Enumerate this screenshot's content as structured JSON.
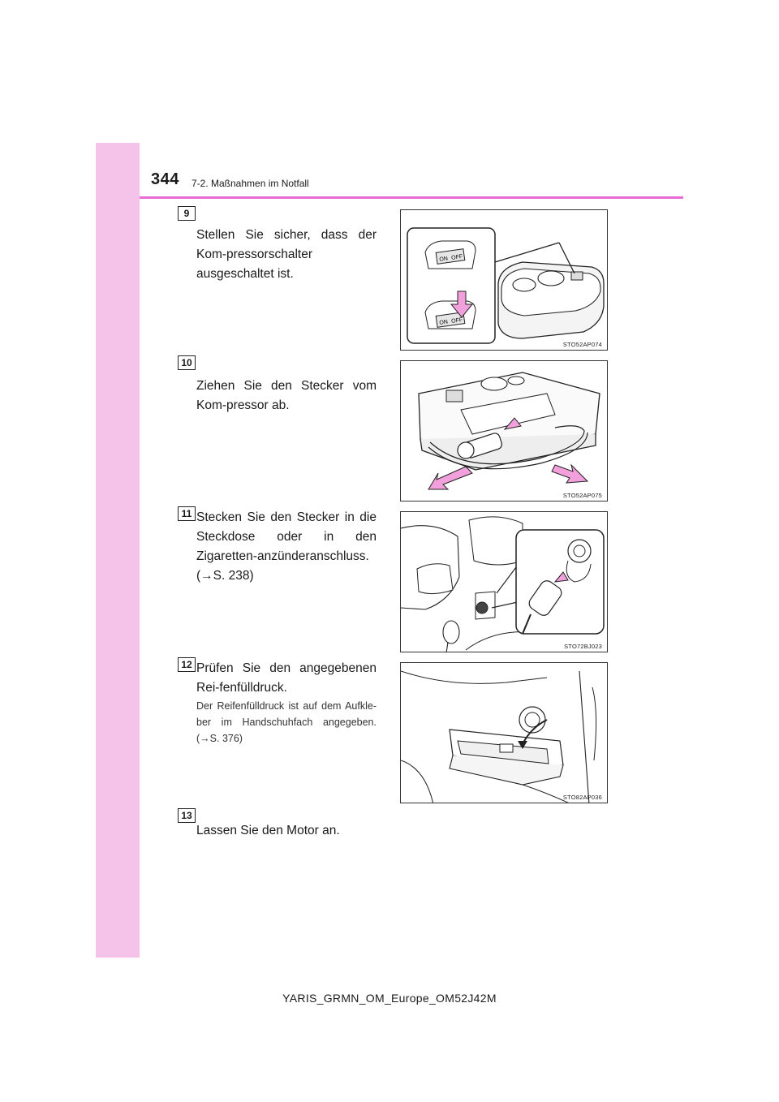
{
  "header": {
    "page_number": "344",
    "section_title": "7-2. Maßnahmen im Notfall"
  },
  "steps": [
    {
      "number": "9",
      "text": "Stellen Sie sicher, dass der Kom-pressorschalter ausgeschaltet ist.",
      "figure_code": "STO52AP074",
      "figure_labels": [
        "ON",
        "OFF",
        "ON",
        "OFF"
      ]
    },
    {
      "number": "10",
      "text": "Ziehen Sie den Stecker vom Kom-pressor ab.",
      "figure_code": "STO52AP075"
    },
    {
      "number": "11",
      "text": "Stecken Sie den Stecker in die Steckdose oder in den Zigaretten-anzünderanschluss. (→S. 238)",
      "figure_code": "STO72BJ023"
    },
    {
      "number": "12",
      "text": "Prüfen Sie den angegebenen Rei-fenfülldruck.",
      "note": "Der Reifenfülldruck ist auf dem Aufkle-ber im Handschuhfach angegeben. (→S. 376)",
      "figure_code": "STO82AP036"
    },
    {
      "number": "13",
      "text": "Lassen Sie den Motor an."
    }
  ],
  "colors": {
    "sidebar": "#f5c2ea",
    "header_rule": "#e86cd7",
    "arrow_pink": "#f2a0dc"
  },
  "footer": {
    "doc_id": "YARIS_GRMN_OM_Europe_OM52J42M"
  }
}
